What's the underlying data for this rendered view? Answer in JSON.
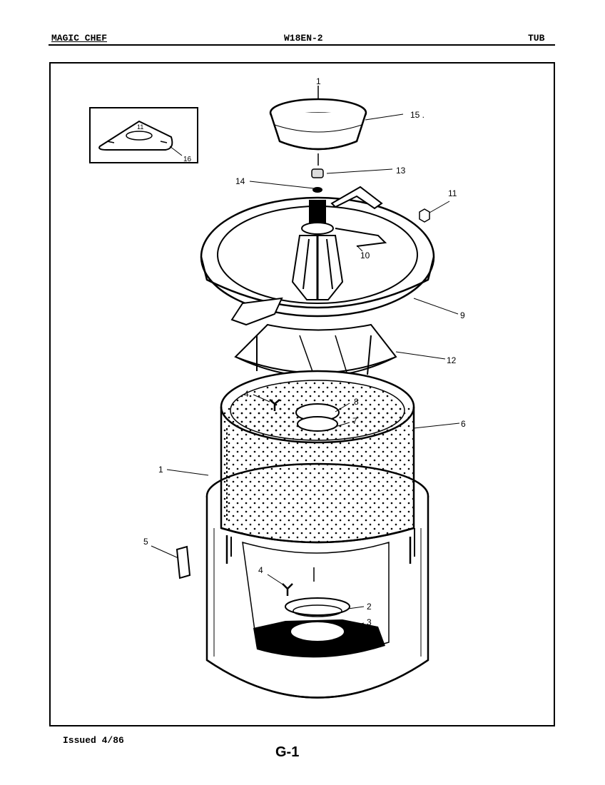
{
  "header": {
    "brand": "MAGIC CHEF",
    "model": "W18EN-2",
    "section": "TUB"
  },
  "footer": {
    "issued": "Issued 4/86",
    "page": "G-1"
  },
  "callouts": {
    "c1_top": "1",
    "c15": "15 .",
    "c16_a": "11",
    "c16_b": "16",
    "c13": "13",
    "c14": "14",
    "c11": "11",
    "c10": "10",
    "c9": "9",
    "c12": "12",
    "c4_upper": "4",
    "c8": "8",
    "c7": "7",
    "c6": "6",
    "c1_side": "1",
    "c5": "5",
    "c4_lower": "4",
    "c2": "2",
    "c3": "3"
  }
}
